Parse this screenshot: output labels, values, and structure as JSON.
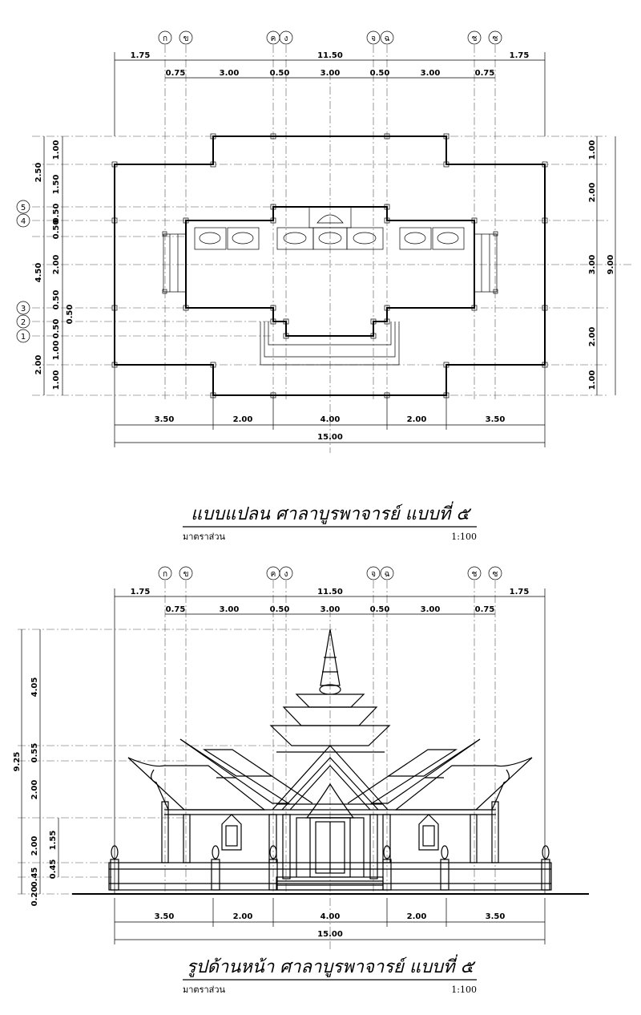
{
  "plan": {
    "title": "แบบแปลน ศาลาบูรพาจารย์ แบบที่ ๕",
    "scale_label": "มาตราส่วน",
    "scale_value": "1:100",
    "grid_top": [
      "ก",
      "ข",
      "ค",
      "ง",
      "จ",
      "ฉ",
      "ช",
      "ซ"
    ],
    "grid_left": [
      "5",
      "4",
      "3",
      "2",
      "1"
    ],
    "top_dims_outer": [
      "1.75",
      "11.50",
      "1.75"
    ],
    "top_dims_inner": [
      "0.75",
      "3.00",
      "0.50",
      "3.00",
      "0.50",
      "3.00",
      "0.75"
    ],
    "bottom_dims": [
      "3.50",
      "2.00",
      "4.00",
      "2.00",
      "3.50"
    ],
    "bottom_total": "15.00",
    "left_dims_a": [
      "1.00",
      "1.50",
      "0.50",
      "0.50",
      "2.00",
      "0.50",
      "0.50",
      "0.50",
      "1.00",
      "1.00"
    ],
    "left_dims_b": [
      "2.50",
      "4.50",
      "2.00"
    ],
    "right_dims_a": [
      "1.00",
      "2.00",
      "3.00",
      "2.00",
      "1.00"
    ],
    "right_total": "9.00"
  },
  "elevation": {
    "title": "รูปด้านหน้า ศาลาบูรพาจารย์ แบบที่ ๕",
    "scale_label": "มาตราส่วน",
    "scale_value": "1:100",
    "grid_top": [
      "ก",
      "ข",
      "ค",
      "ง",
      "จ",
      "ฉ",
      "ช",
      "ซ"
    ],
    "top_dims_outer": [
      "1.75",
      "11.50",
      "1.75"
    ],
    "top_dims_inner": [
      "0.75",
      "3.00",
      "0.50",
      "3.00",
      "0.50",
      "3.00",
      "0.75"
    ],
    "bottom_dims": [
      "3.50",
      "2.00",
      "4.00",
      "2.00",
      "3.50"
    ],
    "bottom_total": "15.00",
    "left_total": "9.25",
    "left_dims_a": [
      "4.05",
      "0.55",
      "2.00",
      "2.00",
      "0.45",
      "0.20"
    ],
    "left_dims_b": [
      "1.55",
      "0.45"
    ]
  }
}
